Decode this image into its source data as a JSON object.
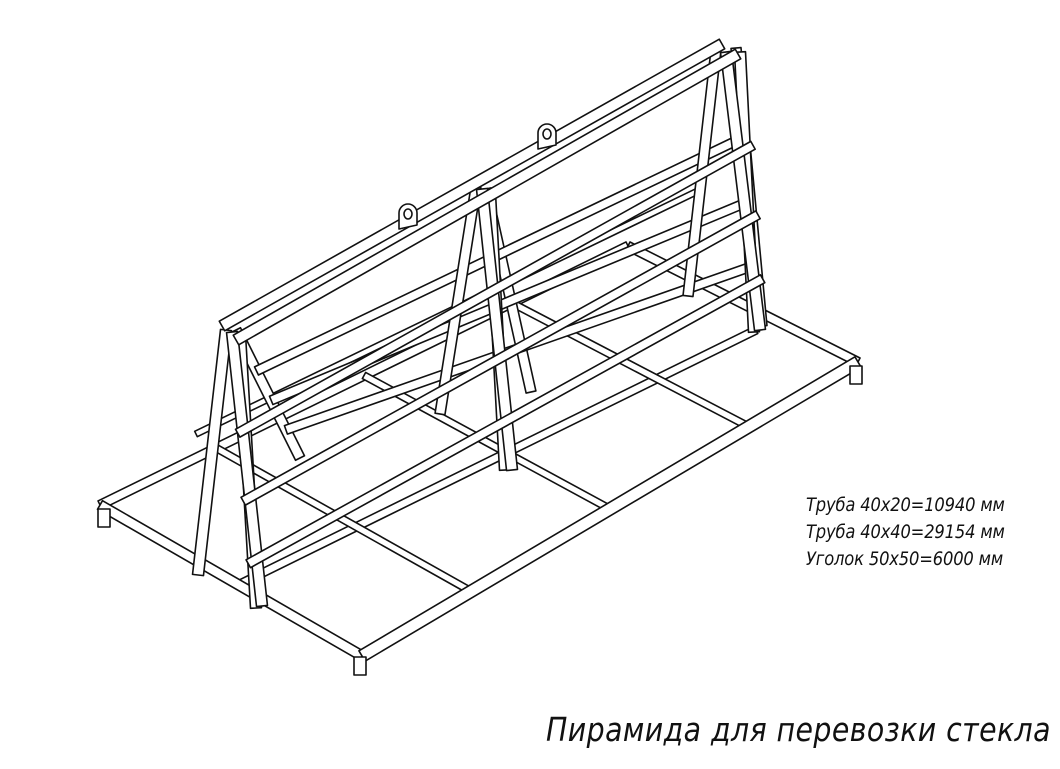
{
  "drawing": {
    "caption": "Пирамида для перевозки стекла",
    "materials": [
      "Труба 40x20=10940 мм",
      "Труба 40x40=29154 мм",
      "Уголок 50x50=6000 мм"
    ]
  },
  "colors": {
    "line": "#111111",
    "background": "#ffffff",
    "fill": "#ffffff"
  }
}
